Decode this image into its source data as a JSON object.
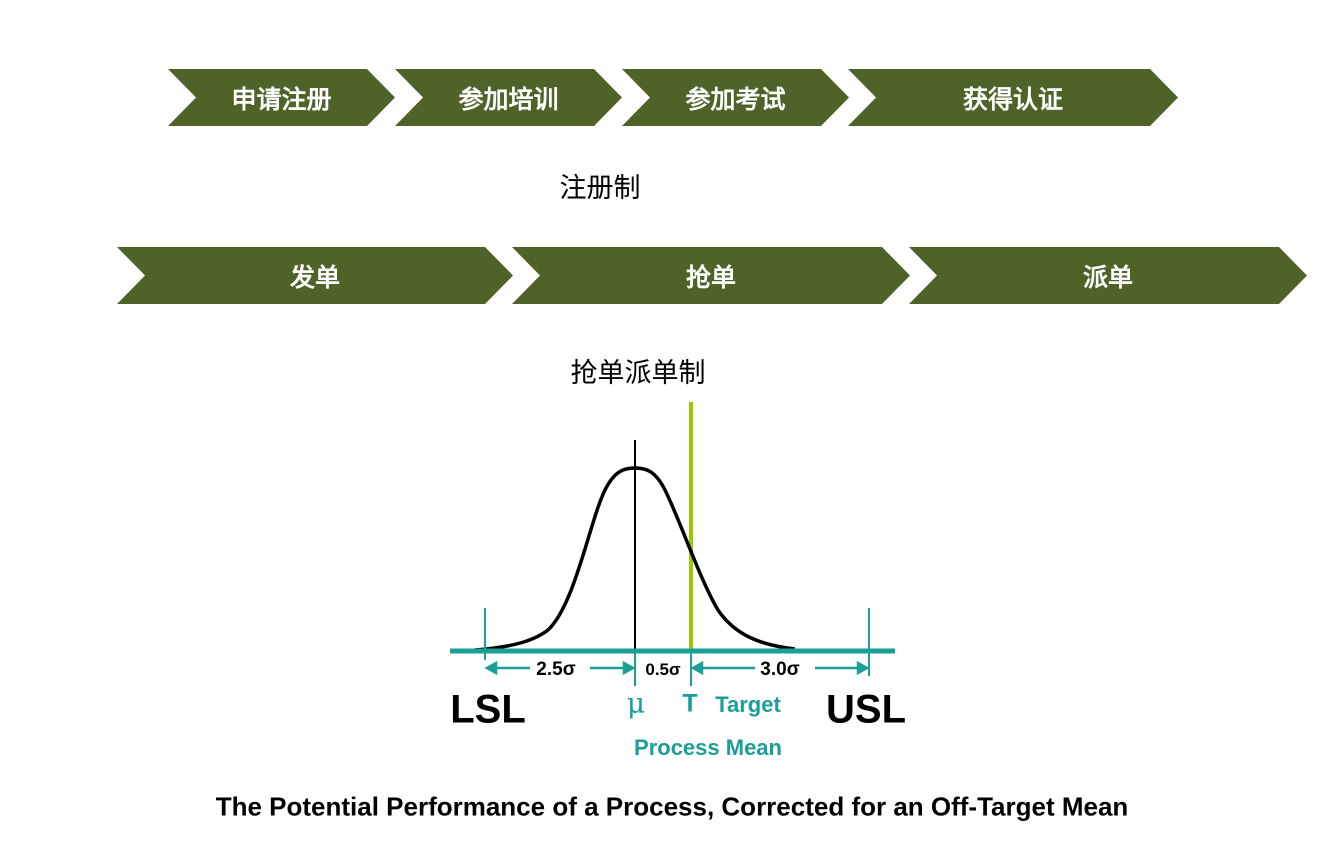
{
  "flow_registration": {
    "steps": [
      "申请注册",
      "参加培训",
      "参加考试",
      "获得认证"
    ],
    "title": "注册制"
  },
  "flow_dispatch": {
    "steps": [
      "发单",
      "抢单",
      "派单"
    ],
    "title": "抢单派单制"
  },
  "diagram": {
    "lsl": "LSL",
    "usl": "USL",
    "mu": "μ",
    "target_symbol": "T",
    "target_label": "Target",
    "process_mean_label": "Process Mean",
    "spans": [
      "2.5σ",
      "0.5σ",
      "3.0σ"
    ],
    "caption": "The Potential Performance of a Process, Corrected for an Off-Target Mean",
    "colors": {
      "chevron": "#4f6228",
      "axis": "#1a9e96",
      "target_line": "#99cc00",
      "curve": "#000000"
    }
  }
}
